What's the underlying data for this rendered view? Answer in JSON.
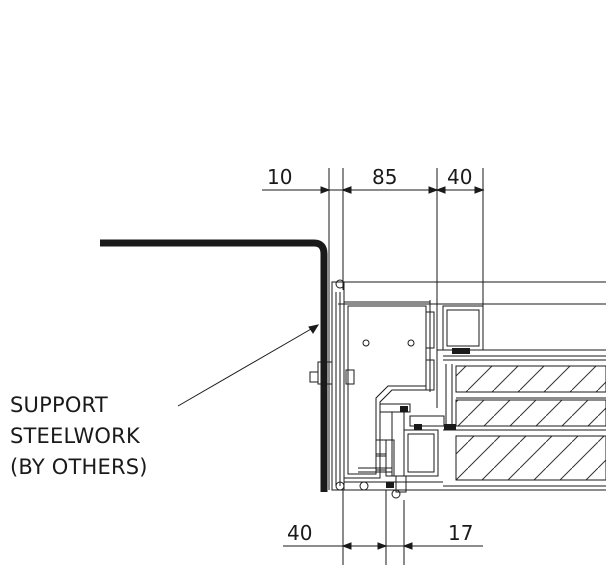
{
  "dimensions": {
    "top": [
      "10",
      "85",
      "40"
    ],
    "bottom": [
      "40",
      "17"
    ]
  },
  "callout": {
    "lines": [
      "SUPPORT",
      "STEELWORK",
      "(BY OTHERS)"
    ]
  },
  "colors": {
    "line": "#1a1a1a",
    "background": "#ffffff"
  }
}
